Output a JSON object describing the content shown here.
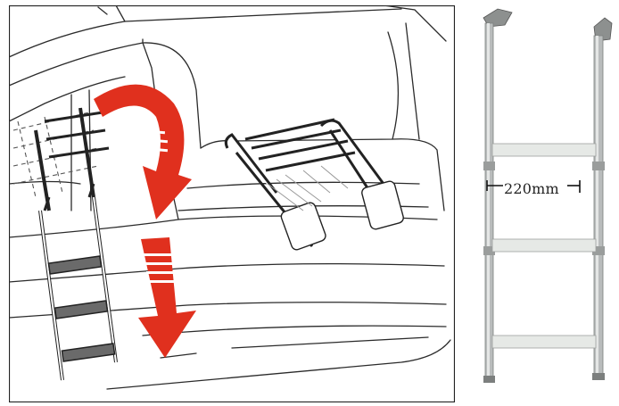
{
  "illustration": {
    "name": "boat-swim-ladder-install-diagram",
    "arrow_color": "#e0301e",
    "line_color": "#2b2b2b"
  },
  "photo": {
    "name": "telescopic-ladder-photo",
    "metal_color": "#b9bcbc",
    "step_color": "#e6e9e6"
  },
  "dimension": {
    "width_label": "220mm"
  }
}
